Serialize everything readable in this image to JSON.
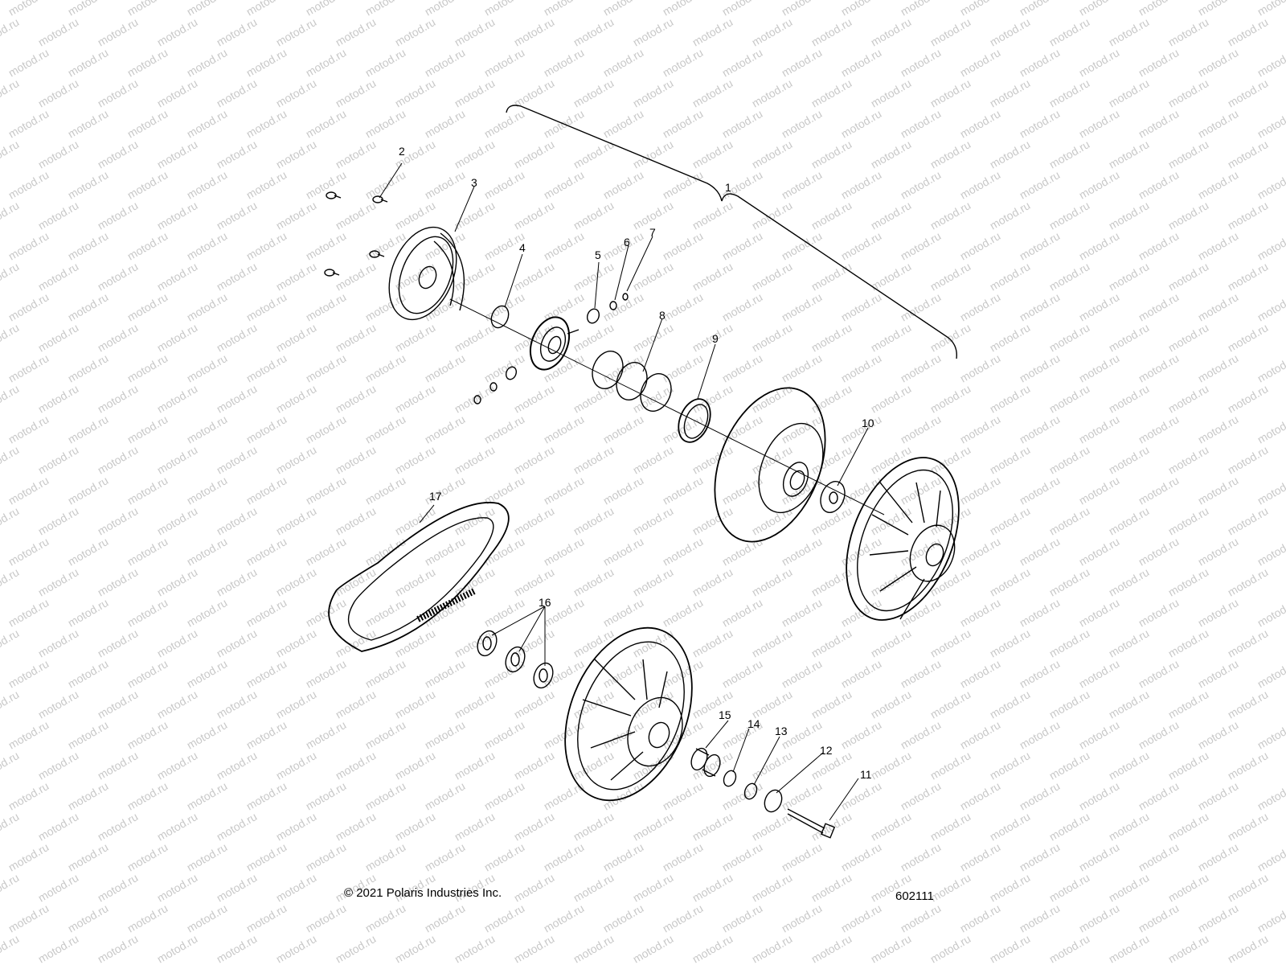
{
  "watermark": {
    "text": "motod.ru",
    "color": "#c8c8c8"
  },
  "callouts": [
    "1",
    "2",
    "3",
    "4",
    "5",
    "6",
    "7",
    "8",
    "9",
    "10",
    "11",
    "12",
    "13",
    "14",
    "15",
    "16",
    "17"
  ],
  "footer": {
    "copyright": "© 2021 Polaris Industries Inc.",
    "drawing_number": "602111"
  }
}
